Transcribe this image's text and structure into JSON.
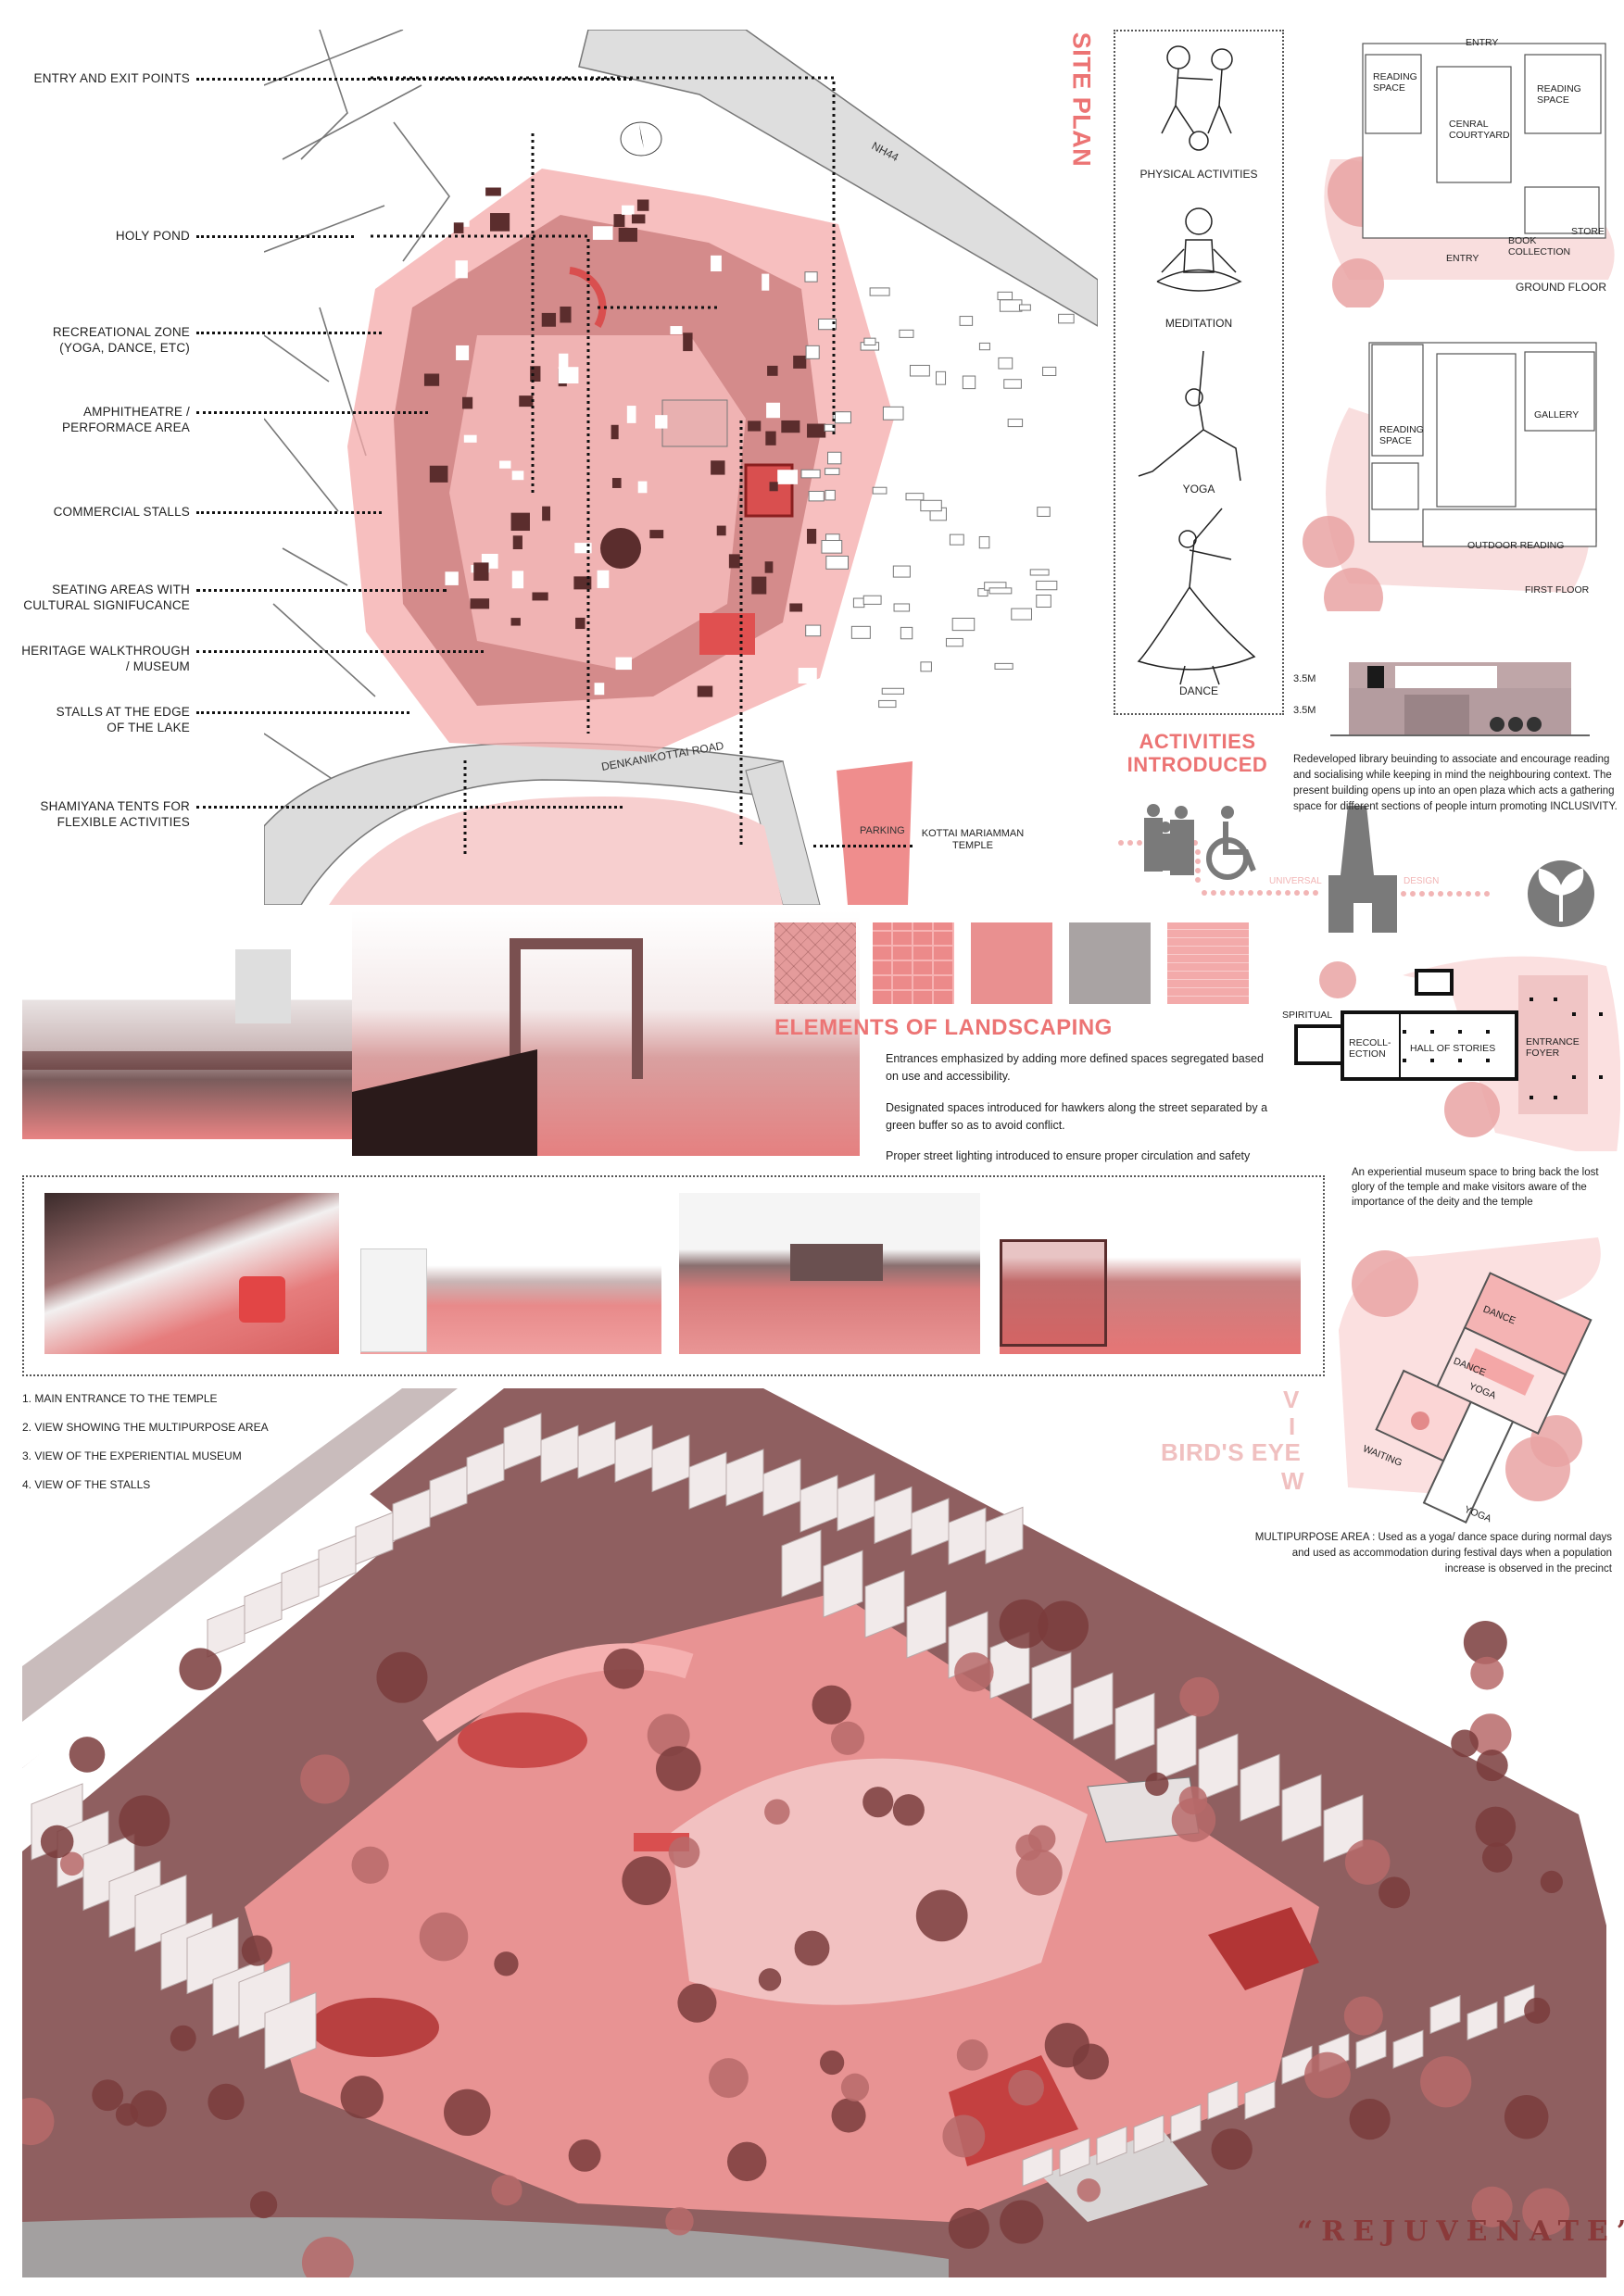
{
  "site_plan": {
    "title": "SITE PLAN",
    "labels": [
      "ENTRY AND EXIT POINTS",
      "HOLY POND",
      "RECREATIONAL ZONE\n(YOGA, DANCE, ETC)",
      "AMPHITHEATRE /\nPERFORMACE AREA",
      "COMMERCIAL STALLS",
      "SEATING AREAS WITH\nCULTURAL SIGNIFUCANCE",
      "HERITAGE WALKTHROUGH\n/ MUSEUM",
      "STALLS AT THE EDGE\nOF THE LAKE",
      "SHAMIYANA TENTS  FOR\nFLEXIBLE ACTIVITIES"
    ],
    "road_nh": "NH44",
    "road_main": "DENKANIKOTTAI ROAD",
    "parking": "PARKING",
    "temple": "KOTTAI MARIAMMAN\nTEMPLE",
    "north_icon": "compass-north-arrow"
  },
  "activities": {
    "items": [
      "PHYSICAL ACTIVITIES",
      "MEDITATION",
      "YOGA",
      "DANCE"
    ],
    "heading": "ACTIVITIES\nINTRODUCED",
    "icons": [
      "people-group-icon",
      "wheelchair-icon",
      "temple-gopuram-icon",
      "leaf-circle-icon"
    ],
    "universal": "UNIVERSAL",
    "design": "DESIGN"
  },
  "library": {
    "ground_floor": {
      "title": "GROUND FLOOR",
      "rooms": [
        "ENTRY",
        "READING\nSPACE",
        "READING\nSPACE",
        "CENRAL\nCOURTYARD",
        "BOOK\nCOLLECTION",
        "STORE",
        "ENTRY"
      ]
    },
    "first_floor": {
      "title": "FIRST FLOOR",
      "rooms": [
        "READING\nSPACE",
        "GALLERY",
        "OUTDOOR READING"
      ]
    },
    "elevation_levels": [
      "3.5M",
      "3.5M"
    ],
    "description": "Redeveloped library beuinding to associate and encourage reading and socialising while keeping in mind the neighbouring context. The present building opens up into an open plaza which acts a gathering space for different sections of people inturn promoting INCLUSIVITY."
  },
  "landscaping": {
    "heading": "ELEMENTS OF LANDSCAPING",
    "swatch_colors": [
      "#e49b9b",
      "#ec8a8a",
      "#e99090",
      "#a9a3a3",
      "#f3aaaa"
    ],
    "paragraphs": [
      "Entrances emphasized by adding more defined spaces segregated based on use and accessibility.",
      "Designated spaces introduced for hawkers along the street separated by a green buffer so as to avoid conflict.",
      "Proper street lighting introduced to ensure proper circulation and safety"
    ]
  },
  "museum": {
    "rooms": [
      "SPIRITUAL",
      "RECOLL-\nECTION",
      "HALL OF STORIES",
      "ENTRANCE\nFOYER"
    ],
    "description": "An experiential museum space to bring back the lost glory of the temple and make visitors aware of the importance of the deity and the temple"
  },
  "views": {
    "captions": [
      "1. MAIN ENTRANCE TO THE TEMPLE",
      "2. VIEW SHOWING THE MULTIPURPOSE AREA",
      "3. VIEW OF THE EXPERIENTIAL MUSEUM",
      "4. VIEW OF THE STALLS"
    ]
  },
  "birds_eye": {
    "title_main": "BIRD'S EYE",
    "title_view": [
      "V",
      "I",
      "E",
      "W"
    ]
  },
  "multipurpose": {
    "rooms": [
      "DANCE",
      "DANCE",
      "YOGA",
      "WAITING",
      "YOGA"
    ],
    "description": "MULTIPURPOSE AREA : Used as a yoga/ dance space during normal days and used as accommodation during festival days when a population increase is observed in the precinct"
  },
  "tagline": "“REJUVENATE”",
  "colors": {
    "accent": "#ec7474",
    "light_pink": "#f7d3d3",
    "maroon": "#5b2d2d",
    "red": "#d94f4f"
  }
}
